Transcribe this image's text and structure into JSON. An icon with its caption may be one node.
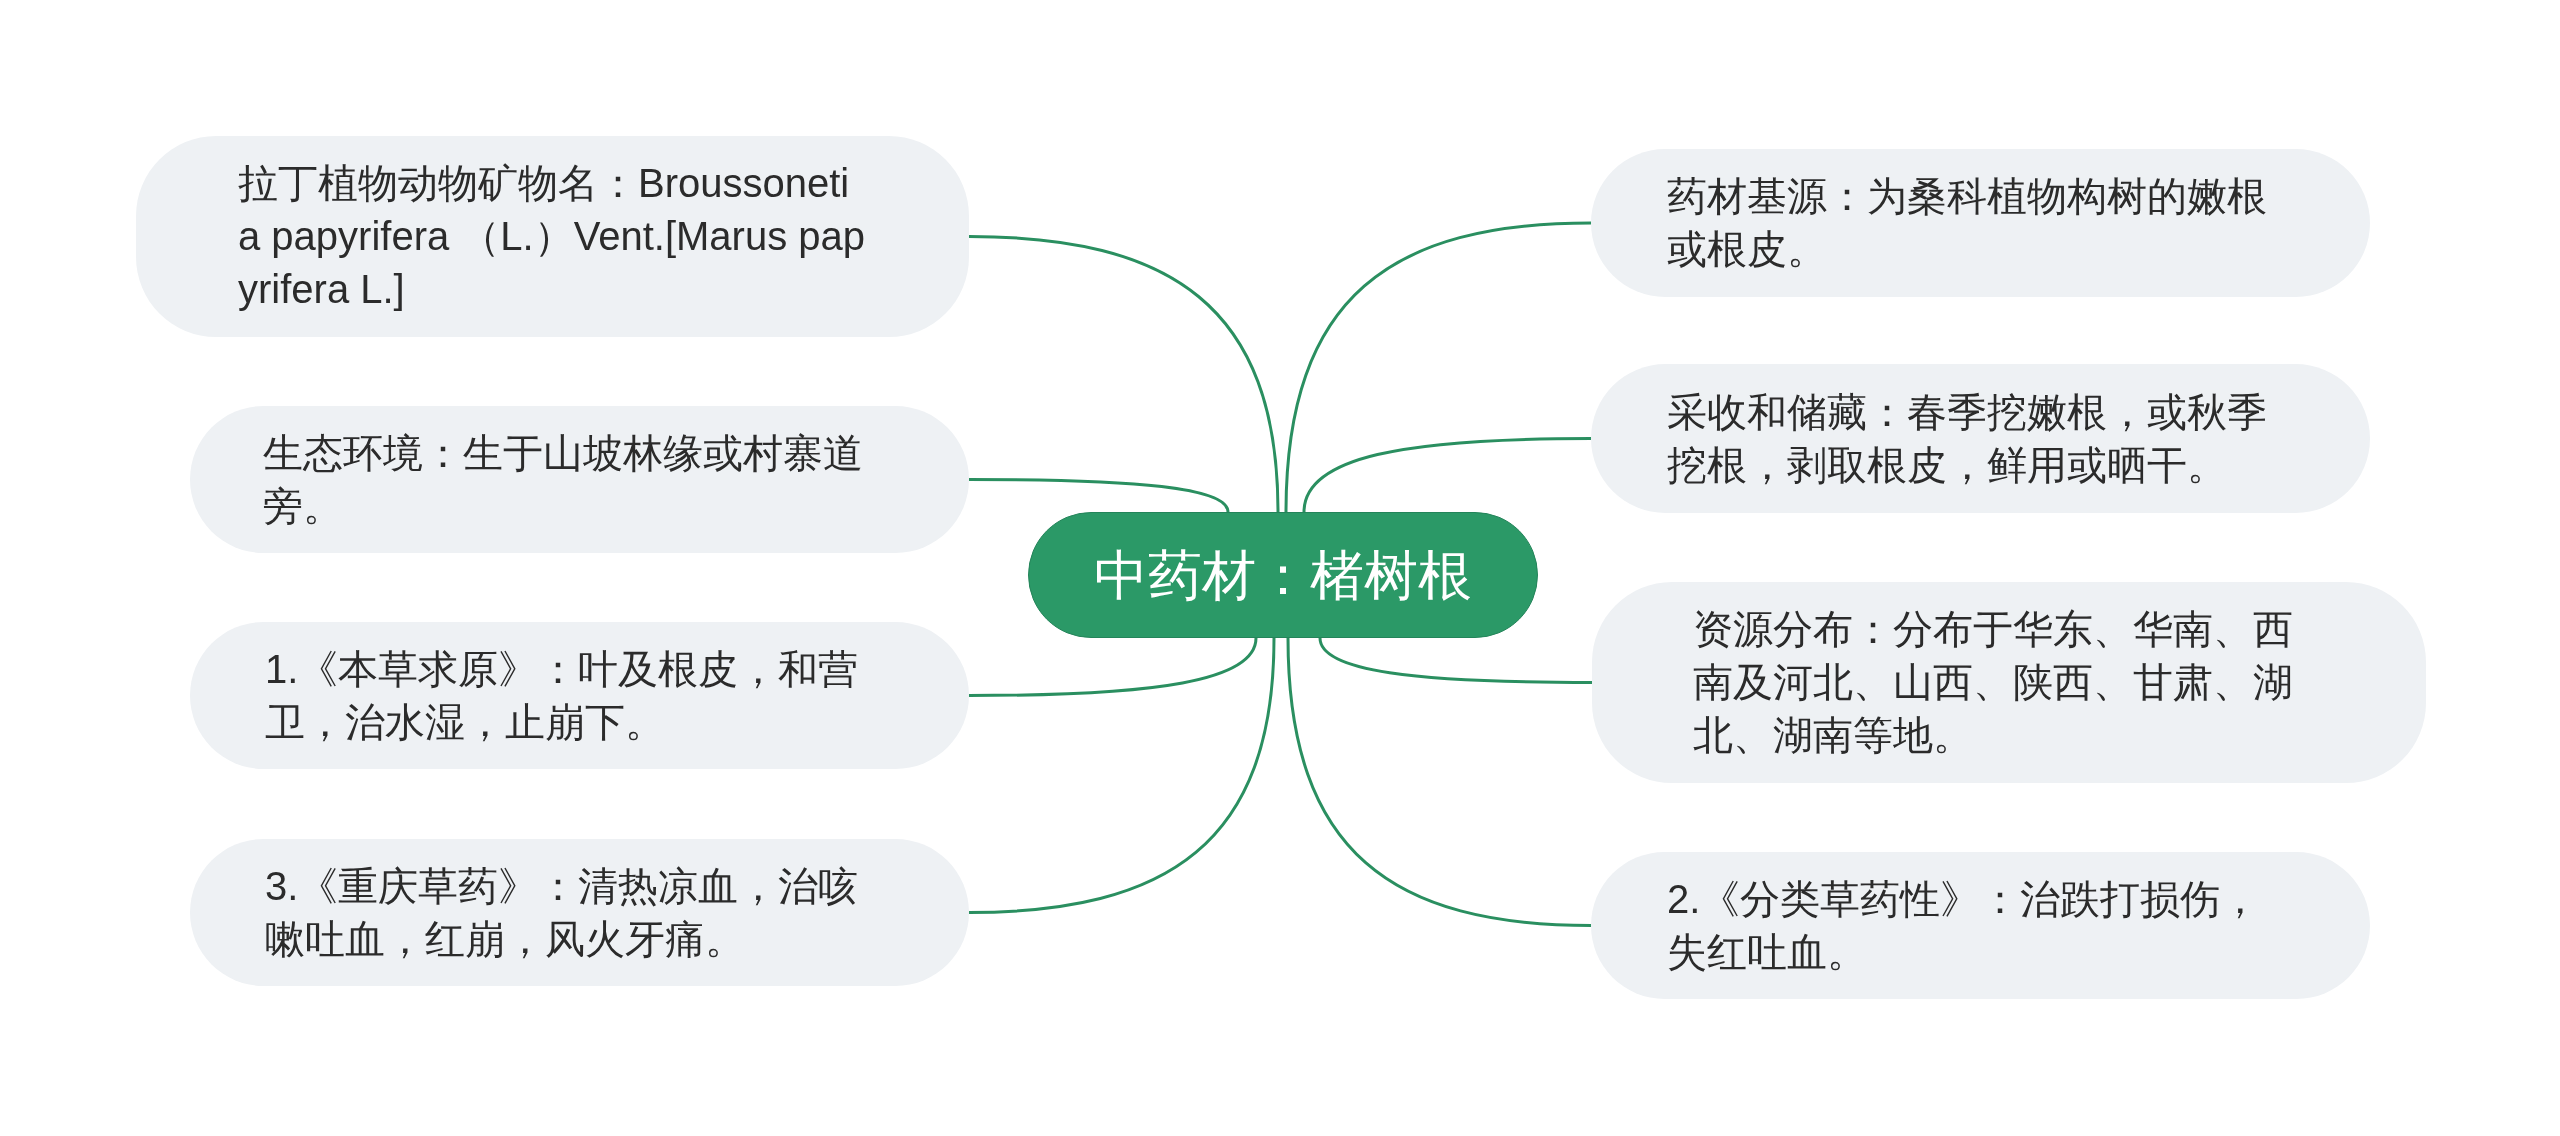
{
  "diagram": {
    "nodes": [
      {
        "text": [
          "中药材：楮树根"
        ]
      },
      {
        "text": [
          "拉丁植物动物矿物名：Broussonetia papyrifera （L.）Vent.[Marus papyrifera L.]"
        ]
      },
      {
        "text": [
          "生态环境：生于山坡林缘或村寨道旁。"
        ]
      },
      {
        "text": [
          "1.《本草求原》：叶及根皮，和营卫，治水湿，止崩下。"
        ]
      },
      {
        "text": [
          "3.《重庆草药》：清热凉血，治咳嗽吐血，红崩，风火牙痛。"
        ]
      },
      {
        "text": [
          "药材基源：为桑科植物构树的嫩根或根皮。"
        ]
      },
      {
        "text": [
          "采收和储藏：春季挖嫩根，或秋季挖根，剥取根皮，鲜用或晒干。"
        ]
      },
      {
        "text": [
          "资源分布：分布于华东、华南、西南及河北、山西、陕西、甘肃、湖北、湖南等地。"
        ]
      },
      {
        "text": [
          "2.《分类草药性》：治跌打损伤，失红吐血。"
        ]
      }
    ],
    "edges": [
      {
        "from": 0,
        "to": 1,
        "arrow": "none"
      },
      {
        "from": 0,
        "to": 2,
        "arrow": "none"
      },
      {
        "from": 0,
        "to": 3,
        "arrow": "none"
      },
      {
        "from": 0,
        "to": 4,
        "arrow": "none"
      },
      {
        "from": 0,
        "to": 5,
        "arrow": "none"
      },
      {
        "from": 0,
        "to": 6,
        "arrow": "none"
      },
      {
        "from": 0,
        "to": 7,
        "arrow": "none"
      },
      {
        "from": 0,
        "to": 8,
        "arrow": "none"
      }
    ]
  }
}
